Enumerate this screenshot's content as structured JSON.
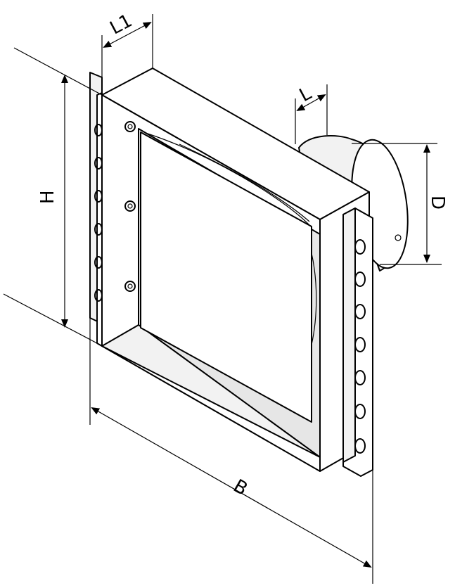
{
  "labels": {
    "L1": "L1",
    "L": "L",
    "H": "H",
    "D": "D",
    "B": "B"
  },
  "colors": {
    "line": "#000000",
    "face_light": "#ffffff",
    "face_shade": "#f2f2f2",
    "face_dark": "#e6e6e6"
  }
}
